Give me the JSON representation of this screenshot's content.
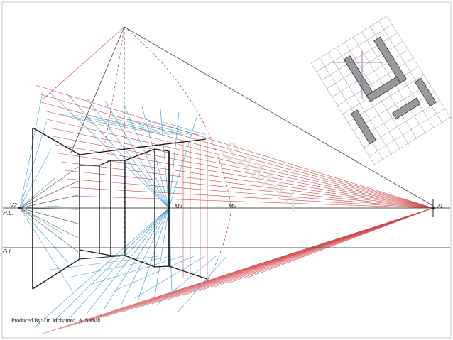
{
  "labels": {
    "v1": "V1",
    "v2": "V2",
    "m2": "M2",
    "m3": "M3",
    "hl": "H.L.",
    "gl": "G.L."
  },
  "watermark": "SAMAK",
  "credit": "Produced By: Dr. Mohamed .A. Samak",
  "colors": {
    "red": "#d0464a",
    "blue": "#4aa3d3",
    "black": "#1a1a1a",
    "grey": "#666666"
  }
}
